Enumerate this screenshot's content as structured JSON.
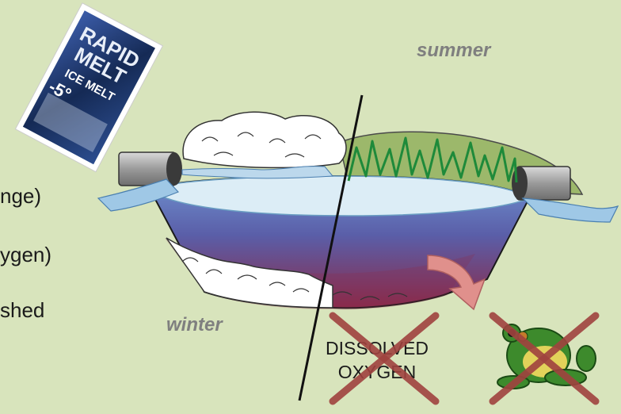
{
  "seasons": {
    "summer": "summer",
    "winter": "winter"
  },
  "left_text": {
    "line1": "nge)",
    "line2": "ygen)",
    "line3": "shed"
  },
  "product": {
    "brand_line1": "RAPID",
    "brand_line2": "MELT",
    "product_line": "ICE MELT",
    "temperature": "-5°"
  },
  "impact": {
    "label_line1": "DISSOLVED",
    "label_line2": "OXYGEN"
  },
  "colors": {
    "background": "#d8e4bc",
    "season_text": "#7f7f7f",
    "cross": "#a0433f",
    "arrow": "#e0908c",
    "water_top": "#d6e8f2",
    "water_deep": "#8a2a4a"
  }
}
